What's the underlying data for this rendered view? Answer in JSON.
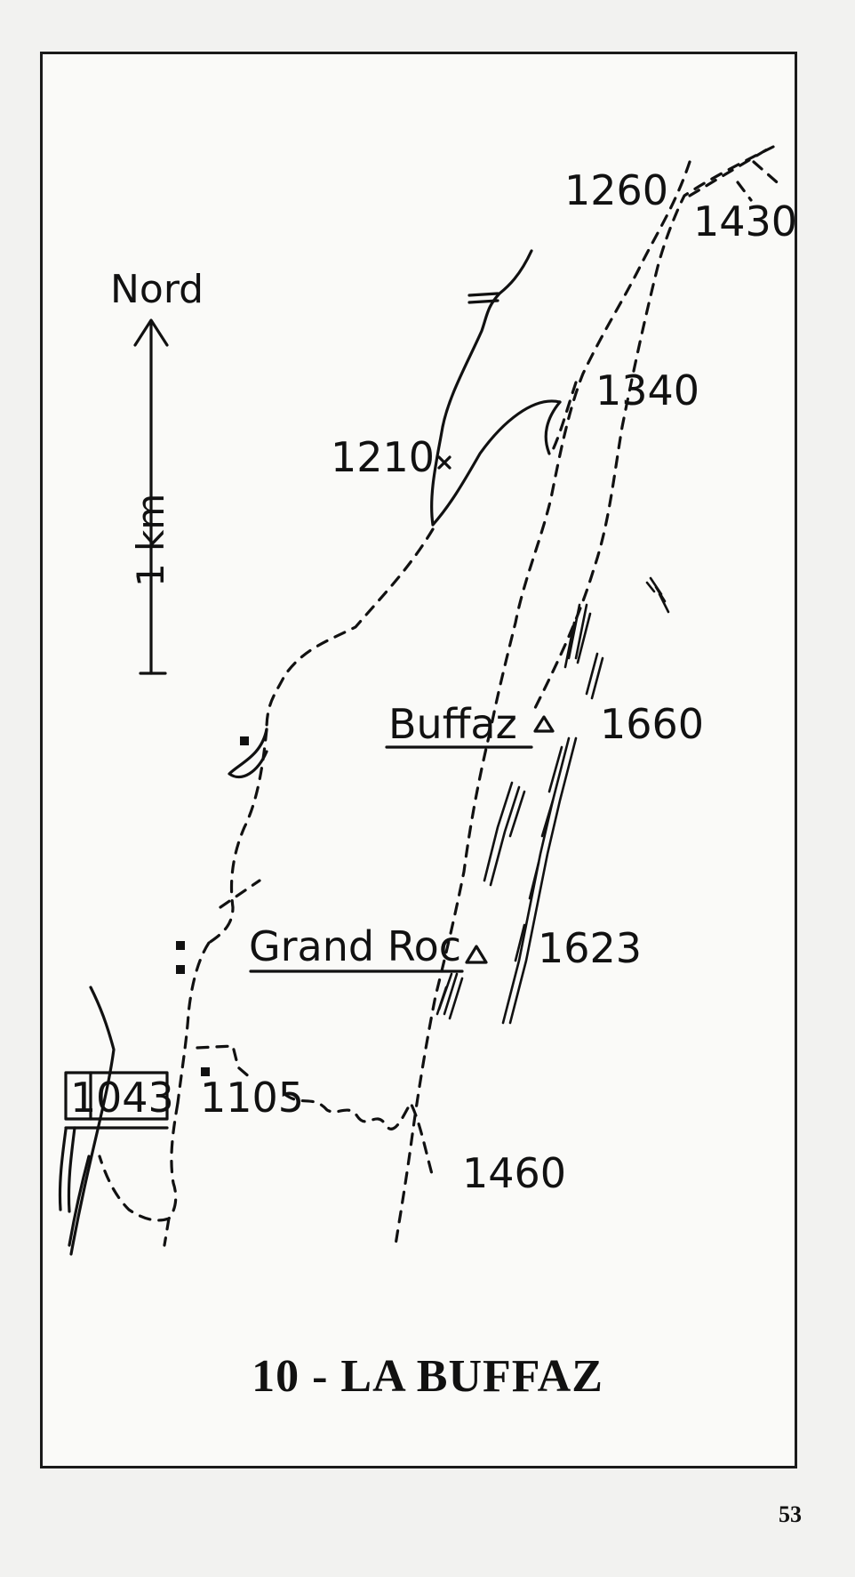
{
  "map": {
    "title": "10 - LA BUFFAZ",
    "north_label": "Nord",
    "scale_label": "1 km",
    "summits": [
      {
        "name": "Buffaz",
        "altitude": "1660"
      },
      {
        "name": "Grand Roc",
        "altitude": "1623"
      }
    ],
    "altitudes": {
      "a1260": "1260",
      "a1430": "1430",
      "a1340": "1340",
      "a1210": "1210",
      "a1105": "1105",
      "a1460": "1460"
    },
    "road_marker": {
      "part1": "1",
      "part2": "043"
    }
  },
  "page": {
    "number": "53"
  }
}
